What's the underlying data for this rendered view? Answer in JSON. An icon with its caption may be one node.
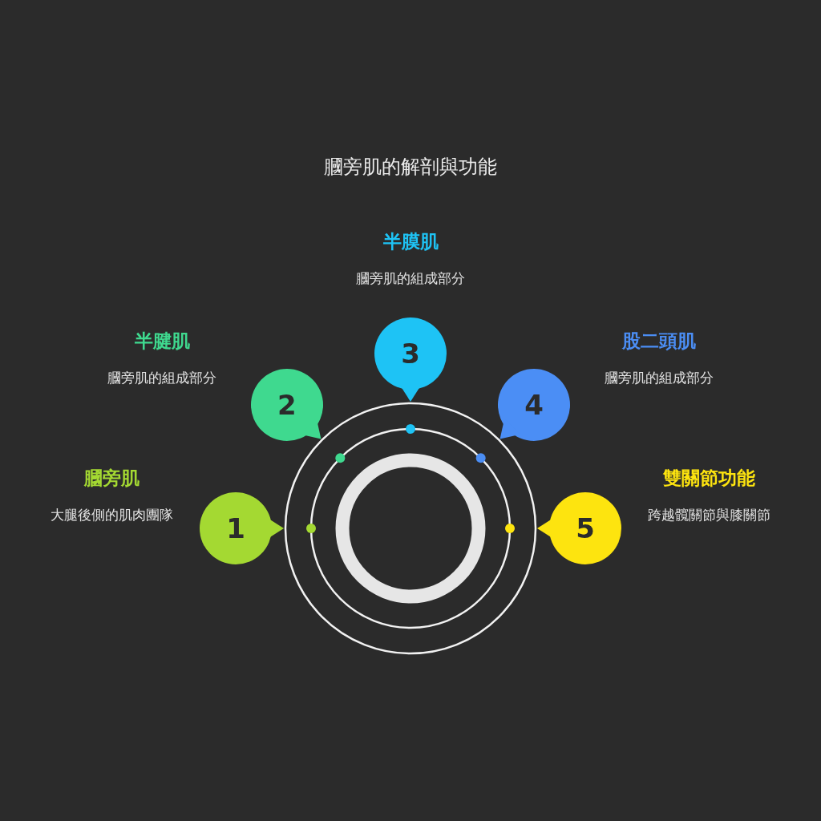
{
  "diagram": {
    "title": "膕旁肌的解剖與功能",
    "nodes": [
      {
        "text": [
          "1"
        ],
        "beside": [
          "膕旁肌",
          "大腿後側的肌肉團隊"
        ]
      },
      {
        "text": [
          "2"
        ],
        "beside": [
          "半腱肌",
          "膕旁肌的組成部分"
        ]
      },
      {
        "text": [
          "3"
        ],
        "beside": [
          "半膜肌",
          "膕旁肌的組成部分"
        ]
      },
      {
        "text": [
          "4"
        ],
        "beside": [
          "股二頭肌",
          "膕旁肌的組成部分"
        ]
      },
      {
        "text": [
          "5"
        ],
        "beside": [
          "雙關節功能",
          "跨越髖關節與膝關節"
        ]
      }
    ]
  }
}
